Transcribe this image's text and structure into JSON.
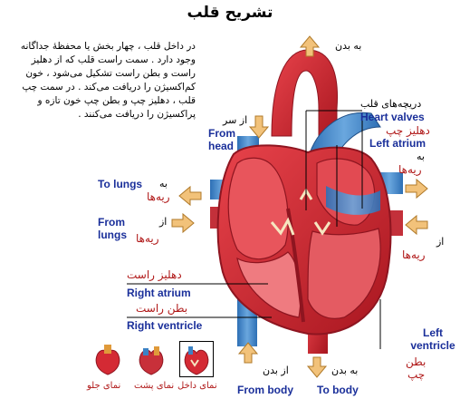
{
  "title": "تشریح قلب",
  "description": "در داخل قلب ، چهار بخش یا محفظهٔ جداگانه وجود دارد . سمت راست قلب که از دهلیز راست و بطن راست تشکیل می‌شود ، خون کم‌اکسیژن را دریافت می‌کند . در سمت چپ قلب ، دهلیز چپ و بطن چپ خون تازه و پراکسیژن را دریافت می‌کنند .",
  "labels": {
    "to_body_top_fa": "به بدن",
    "from_head_fa": "از سر",
    "from_head_en": "From head",
    "valves_fa": "دریچه‌های قلب",
    "valves_en": "Heart valves",
    "left_atrium_fa": "دهلیز چپ",
    "left_atrium_en": "Left atrium",
    "to_lungs_right_fa1": "به",
    "to_lungs_right_fa2": "ریه‌ها",
    "from_lungs_right_fa1": "از",
    "from_lungs_right_fa2": "ریه‌ها",
    "to_lungs_left_en": "To lungs",
    "to_lungs_left_fa1": "به",
    "to_lungs_left_fa2": "ریه‌ها",
    "from_lungs_left_en": "From lungs",
    "from_lungs_left_fa1": "از",
    "from_lungs_left_fa2": "ریه‌ها",
    "right_atrium_fa": "دهلیز راست",
    "right_atrium_en": "Right atrium",
    "right_ventricle_fa": "بطن راست",
    "right_ventricle_en": "Right ventricle",
    "left_ventricle_en": "Left ventricle",
    "left_ventricle_fa1": "بطن",
    "left_ventricle_fa2": "چپ",
    "from_body_fa": "از بدن",
    "from_body_en": "From body",
    "to_body_bottom_fa": "به بدن",
    "to_body_bottom_en": "To body"
  },
  "thumbnails": {
    "inner": "نمای داخل",
    "back": "نمای پشت",
    "front": "نمای جلو"
  },
  "colors": {
    "heart_red": "#d42a34",
    "heart_dark": "#8e1520",
    "vessel_blue": "#3c82c4",
    "arrow_fill": "#f2c27a",
    "arrow_stroke": "#b07a2a",
    "label_blue": "#1a2f9a",
    "label_red": "#b01818"
  }
}
